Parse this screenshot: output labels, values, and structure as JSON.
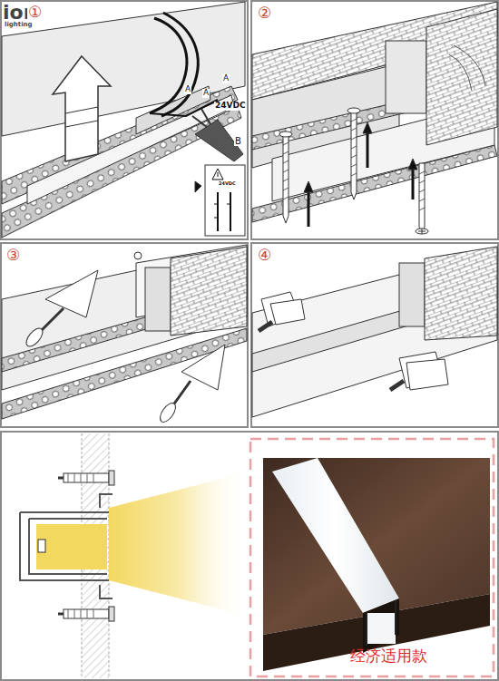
{
  "diagram": {
    "labels": [
      "ion",
      "lighting",
      "①",
      "②",
      "③",
      "④",
      "A",
      "A",
      "A",
      "24VDC",
      "B",
      "24VDC",
      "经济适用款"
    ]
  }
}
